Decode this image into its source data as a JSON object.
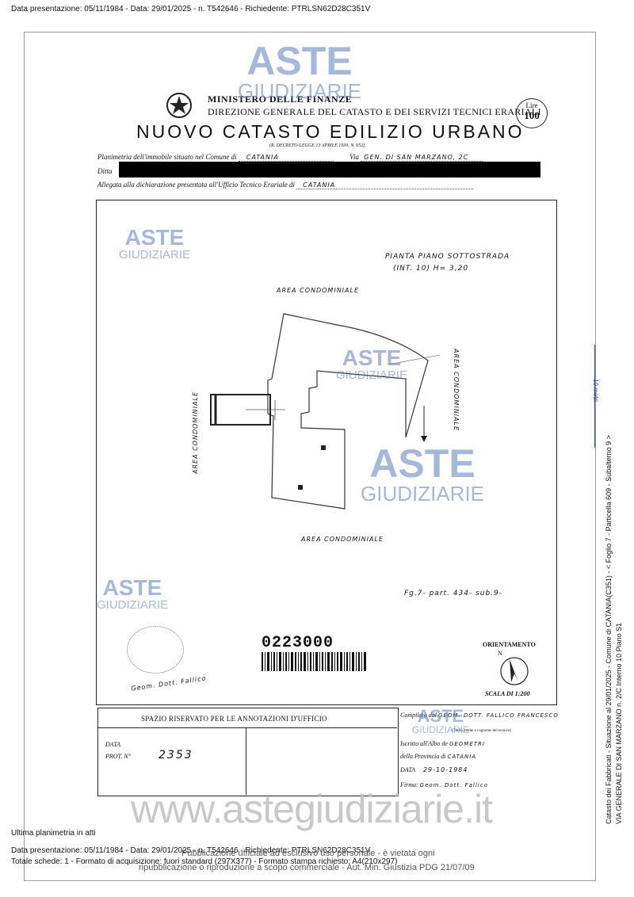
{
  "header_line": "Data presentazione: 05/11/1984 - Data: 29/01/2025 - n. T542646 - Richiedente: PTRLSN62D28C351V",
  "form": {
    "ministry": "MINISTERO DELLE FINANZE",
    "direction": "DIREZIONE GENERALE DEL CATASTO E DEI SERVIZI TECNICI ERARIALI",
    "title": "NUOVO CATASTO EDILIZIO URBANO",
    "decree": "(R. DECRETO-LEGGE 13 APRILE 1939, N. 652)",
    "stamp_lire": "Lire",
    "stamp_value": "100",
    "line1_label": "Planimetria dell'immobile situato nel Comune di",
    "line1_comune": "CATANIA",
    "line1_via_label": "Via",
    "line1_via": "GEN. DI SAN MARZANO, 2C",
    "line2_label": "Ditta",
    "line3_label": "Allegata alla dichiarazione presentata all'Ufficio Tecnico Erariale di",
    "line3_value": "CATANIA"
  },
  "plan": {
    "title_line1": "PIANTA PIANO SOTTOSTRADA",
    "title_line2": "(INT. 10)  H= 3,20",
    "area_top": "AREA CONDOMINIALE",
    "area_left": "AREA CONDOMINIALE",
    "area_right": "AREA CONDOMINIALE",
    "area_bottom": "AREA CONDOMINIALE",
    "reference": "Fg.7- part. 434- sub.9-",
    "barcode_number": "0223000",
    "orientation_label": "ORIENTAMENTO",
    "north": "N",
    "scale": "SCALA DI 1:200",
    "signature": "Geom. Dott. Fallico"
  },
  "office": {
    "header": "SPAZIO RISERVATO PER LE ANNOTAZIONI D'UFFICIO",
    "data_label": "DATA",
    "prot_label": "PROT. N°",
    "prot_value": "2353",
    "compiled_label": "Compilata dal",
    "compiled_value": "GEOM. DOTT. FALLICO FRANCESCO",
    "compiled_note": "(Titolo, nome e cognome del tecnico)",
    "iscritto_label": "Iscritto all'Albo de",
    "iscritto_value": "GEOMETRI",
    "provincia_label": "della Provincia di",
    "provincia_value": "CATANIA",
    "data2_label": "DATA",
    "data2_value": "29-10-1984",
    "firma_label": "Firma:",
    "firma_value": "Geom. Dott. Fallico"
  },
  "side": {
    "line1": "Catasto dei Fabbricati - Situazione al 29/01/2025 - Comune di CATANIA(C351) - < Foglio 7 - Particella 609 - Subalterno 9 >",
    "line2": "VIA GENERALE DI SAN MARZANO n. 2/C  Interno 10 Piano S1",
    "scale_label": "10 metri"
  },
  "footer": {
    "ultima": "Ultima planimetria in atti",
    "line1": "Data presentazione: 05/11/1984 - Data: 29/01/2025 - n. T542646 - Richiedente: PTRLSN62D28C351V",
    "line2": "Totale schede: 1 - Formato di acquisizione: fuori standard (297X377) - Formato stampa richiesto: A4(210x297)",
    "notice1": "Pubblicazione ufficiale ad esclusivo uso personale - è vietata ogni",
    "notice2": "ripubblicazione o riproduzione a scopo commerciale - Aut. Min. Giustizia PDG 21/07/09"
  },
  "watermark": {
    "aste": "ASTE",
    "giudiziarie": "GIUDIZIARIE",
    "url": "www.astegiudiziarie.it"
  }
}
